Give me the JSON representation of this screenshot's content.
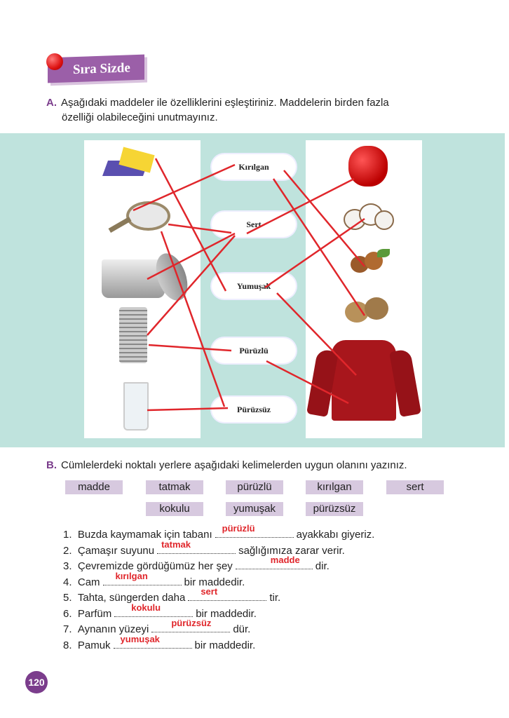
{
  "header": {
    "title": "Sıra Sizde"
  },
  "partA": {
    "letter": "A.",
    "line1": "Aşağıdaki maddeler ile özelliklerini eşleştiriniz. Maddelerin birden fazla",
    "line2": "özelliği olabileceğini unutmayınız.",
    "left_items": [
      "sponge",
      "mirror",
      "pot",
      "grater",
      "glass"
    ],
    "properties": [
      "Kırılgan",
      "Sert",
      "Yumuşak",
      "Pürüzlü",
      "Pürüzsüz"
    ],
    "right_items": [
      "apple",
      "cotton",
      "hazelnut",
      "walnut",
      "sweater"
    ],
    "line_color": "#e0262b"
  },
  "partB": {
    "letter": "B.",
    "instruction": "Cümlelerdeki noktalı yerlere aşağıdaki kelimelerden uygun olanını yazınız.",
    "words": [
      "madde",
      "tatmak",
      "pürüzlü",
      "kırılgan",
      "sert",
      "kokulu",
      "yumuşak",
      "pürüzsüz"
    ],
    "sentences": [
      {
        "num": "1.",
        "before": "Buzda kaymamak için tabanı",
        "answer": "pürüzlü",
        "after": "ayakkabı giyeriz."
      },
      {
        "num": "2.",
        "before": "Çamaşır suyunu",
        "answer": "tatmak",
        "after": "sağlığımıza zarar verir."
      },
      {
        "num": "3.",
        "before": "Çevremizde gördüğümüz her şey",
        "answer": "madde",
        "after": "dir."
      },
      {
        "num": "4.",
        "before": "Cam",
        "answer": "kırılgan",
        "after": "bir maddedir."
      },
      {
        "num": "5.",
        "before": "Tahta, süngerden daha",
        "answer": "sert",
        "after": "tir."
      },
      {
        "num": "6.",
        "before": "Parfüm",
        "answer": "kokulu",
        "after": "bir maddedir."
      },
      {
        "num": "7.",
        "before": "Aynanın yüzeyi",
        "answer": "pürüzsüz",
        "after": "dür."
      },
      {
        "num": "8.",
        "before": "Pamuk",
        "answer": "yumuşak",
        "after": "bir maddedir."
      }
    ]
  },
  "page_number": "120"
}
